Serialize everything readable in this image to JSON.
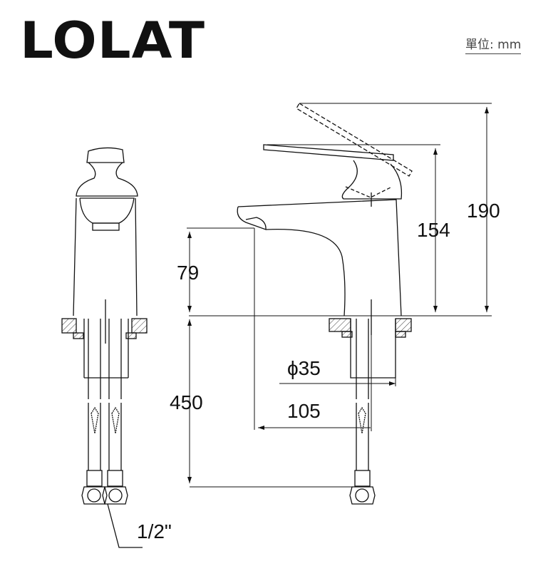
{
  "brand": {
    "logo": "LOLAT"
  },
  "unit_label": "單位: mm",
  "dimensions": {
    "total_height": "190",
    "handle_height": "154",
    "spout_height": "79",
    "hose_length": "450",
    "base_diameter": "ϕ35",
    "spout_reach": "105",
    "thread_size": "1/2\""
  },
  "colors": {
    "line": "#111111",
    "text": "#111111"
  }
}
